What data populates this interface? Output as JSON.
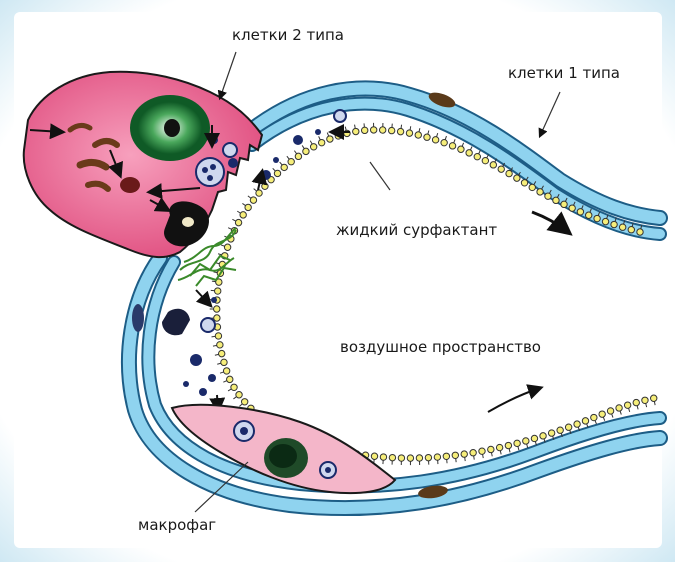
{
  "labels": {
    "type2_cells": "клетки 2 типа",
    "type1_cells": "клетки 1 типа",
    "liquid_surfactant": "жидкий сурфактант",
    "air_space": "воздушное пространство",
    "macrophage": "макрофаг"
  },
  "colors": {
    "membrane_blue": "#8fd3ef",
    "membrane_outline": "#1d5d86",
    "type2_cell_fill": "#ee5f8c",
    "macrophage_fill": "#f4b6c9",
    "nucleus_green": "#1f7a3a",
    "surfactant_yellow": "#f6ee7a",
    "myelin_green": "#3a8a2a"
  }
}
